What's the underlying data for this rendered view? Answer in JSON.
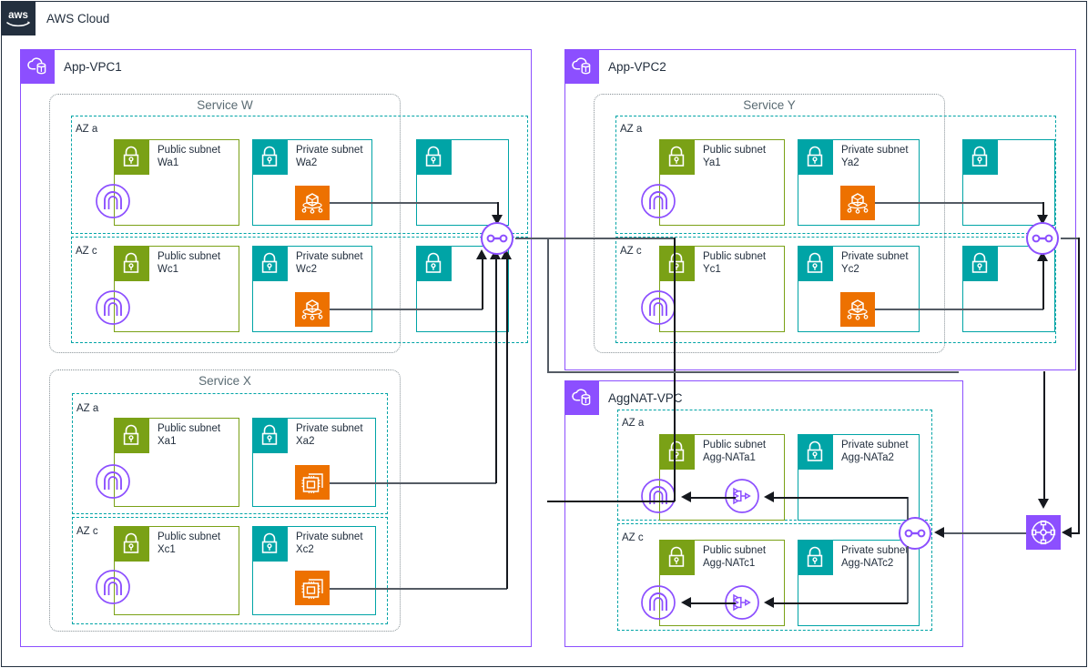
{
  "cloud": {
    "title": "AWS Cloud",
    "logo_icon": "aws-logo-icon"
  },
  "colors": {
    "vpc_purple": "#8C4FFF",
    "public_subnet_green": "#7AA116",
    "private_subnet_teal": "#00A4A6",
    "compute_orange": "#ED7100",
    "aws_navy": "#232F3E",
    "connector_gray": "#545B64",
    "service_gray": "#879196"
  },
  "vpcs": [
    {
      "id": "app-vpc1",
      "title": "App-VPC1",
      "icon": "vpc-icon",
      "services": [
        {
          "id": "service-w",
          "title": "Service W",
          "azs": [
            {
              "title": "AZ a",
              "subnets": [
                {
                  "type": "public",
                  "label": "Public subnet\nWa1",
                  "icon": "lock-icon",
                  "resource": "internet-gateway-icon"
                },
                {
                  "type": "private",
                  "label": "Private subnet\nWa2",
                  "icon": "lock-icon",
                  "resource": "eks-icon"
                },
                {
                  "type": "private",
                  "label": "",
                  "icon": "lock-icon",
                  "resource": ""
                }
              ]
            },
            {
              "title": "AZ c",
              "subnets": [
                {
                  "type": "public",
                  "label": "Public subnet\nWc1",
                  "icon": "lock-icon",
                  "resource": "internet-gateway-icon"
                },
                {
                  "type": "private",
                  "label": "Private subnet\nWc2",
                  "icon": "lock-icon",
                  "resource": "eks-icon"
                },
                {
                  "type": "private",
                  "label": "",
                  "icon": "lock-icon",
                  "resource": ""
                }
              ]
            }
          ],
          "attachment": "transit-gateway-attachment-icon"
        },
        {
          "id": "service-x",
          "title": "Service X",
          "azs": [
            {
              "title": "AZ a",
              "subnets": [
                {
                  "type": "public",
                  "label": "Public subnet\nXa1",
                  "icon": "lock-icon",
                  "resource": "internet-gateway-icon"
                },
                {
                  "type": "private",
                  "label": "Private subnet\nXa2",
                  "icon": "lock-icon",
                  "resource": "ec2-instances-icon"
                }
              ]
            },
            {
              "title": "AZ c",
              "subnets": [
                {
                  "type": "public",
                  "label": "Public subnet\nXc1",
                  "icon": "lock-icon",
                  "resource": "internet-gateway-icon"
                },
                {
                  "type": "private",
                  "label": "Private subnet\nXc2",
                  "icon": "lock-icon",
                  "resource": "ec2-instances-icon"
                }
              ]
            }
          ]
        }
      ]
    },
    {
      "id": "app-vpc2",
      "title": "App-VPC2",
      "icon": "vpc-icon",
      "services": [
        {
          "id": "service-y",
          "title": "Service Y",
          "azs": [
            {
              "title": "AZ a",
              "subnets": [
                {
                  "type": "public",
                  "label": "Public subnet\nYa1",
                  "icon": "lock-icon",
                  "resource": "internet-gateway-icon"
                },
                {
                  "type": "private",
                  "label": "Private subnet\nYa2",
                  "icon": "lock-icon",
                  "resource": "eks-icon"
                },
                {
                  "type": "private",
                  "label": "",
                  "icon": "lock-icon",
                  "resource": ""
                }
              ]
            },
            {
              "title": "AZ c",
              "subnets": [
                {
                  "type": "public",
                  "label": "Public subnet\nYc1",
                  "icon": "lock-icon",
                  "resource": "internet-gateway-icon"
                },
                {
                  "type": "private",
                  "label": "Private subnet\nYc2",
                  "icon": "lock-icon",
                  "resource": "eks-icon"
                },
                {
                  "type": "private",
                  "label": "",
                  "icon": "lock-icon",
                  "resource": ""
                }
              ]
            }
          ],
          "attachment": "transit-gateway-attachment-icon"
        }
      ]
    },
    {
      "id": "aggnat-vpc",
      "title": "AggNAT-VPC",
      "icon": "vpc-icon",
      "azs": [
        {
          "title": "AZ a",
          "subnets": [
            {
              "type": "public",
              "label": "Public subnet\nAgg-NATa1",
              "icon": "lock-icon",
              "resources": [
                "internet-gateway-icon",
                "nat-gateway-icon"
              ]
            },
            {
              "type": "private",
              "label": "Private subnet\nAgg-NATa2",
              "icon": "lock-icon",
              "resources": []
            }
          ]
        },
        {
          "title": "AZ c",
          "subnets": [
            {
              "type": "public",
              "label": "Public subnet\nAgg-NATc1",
              "icon": "lock-icon",
              "resources": [
                "internet-gateway-icon",
                "nat-gateway-icon"
              ]
            },
            {
              "type": "private",
              "label": "Private subnet\nAgg-NATc2",
              "icon": "lock-icon",
              "resources": []
            }
          ]
        }
      ],
      "attachment": "transit-gateway-attachment-icon"
    }
  ],
  "transit_gateway": {
    "icon": "transit-gateway-icon",
    "label": ""
  }
}
